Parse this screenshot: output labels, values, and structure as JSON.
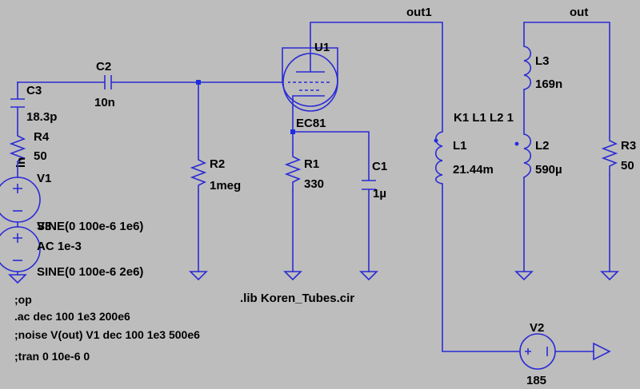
{
  "nets": {
    "out1": "out1",
    "out": "out",
    "in": "in"
  },
  "tube": {
    "ref": "U1",
    "model": "EC81"
  },
  "c2": {
    "ref": "C2",
    "value": "10n"
  },
  "c3": {
    "ref": "C3",
    "value": "18.3p"
  },
  "r4": {
    "ref": "R4",
    "value": "50"
  },
  "v1": {
    "ref": "V1",
    "value": "SINE(0 100e-6 1e6)",
    "ac": "AC 1e-3"
  },
  "v3": {
    "ref": "V3",
    "value": "SINE(0 100e-6 2e6)"
  },
  "r2": {
    "ref": "R2",
    "value": "1meg"
  },
  "r1": {
    "ref": "R1",
    "value": "330"
  },
  "c1": {
    "ref": "C1",
    "value": "1µ"
  },
  "l1": {
    "ref": "L1",
    "value": "21.44m"
  },
  "l2": {
    "ref": "L2",
    "value": "590µ"
  },
  "l3": {
    "ref": "L3",
    "value": "169n"
  },
  "r3": {
    "ref": "R3",
    "value": "50"
  },
  "v2": {
    "ref": "V2",
    "value": "185"
  },
  "coupling": "K1 L1 L2 1",
  "directives": {
    "lib": ".lib Koren_Tubes.cir",
    "op": ";op",
    "ac": ".ac dec 100 1e3 200e6",
    "noise": ";noise V(out) V1 dec 100 1e3 500e6",
    "tran": ";tran 0 10e-6 0"
  },
  "colors": {
    "background": "#bdbdbd",
    "wire": "#2b2bd6",
    "junction": "#1f2de0",
    "text": "#000000"
  }
}
